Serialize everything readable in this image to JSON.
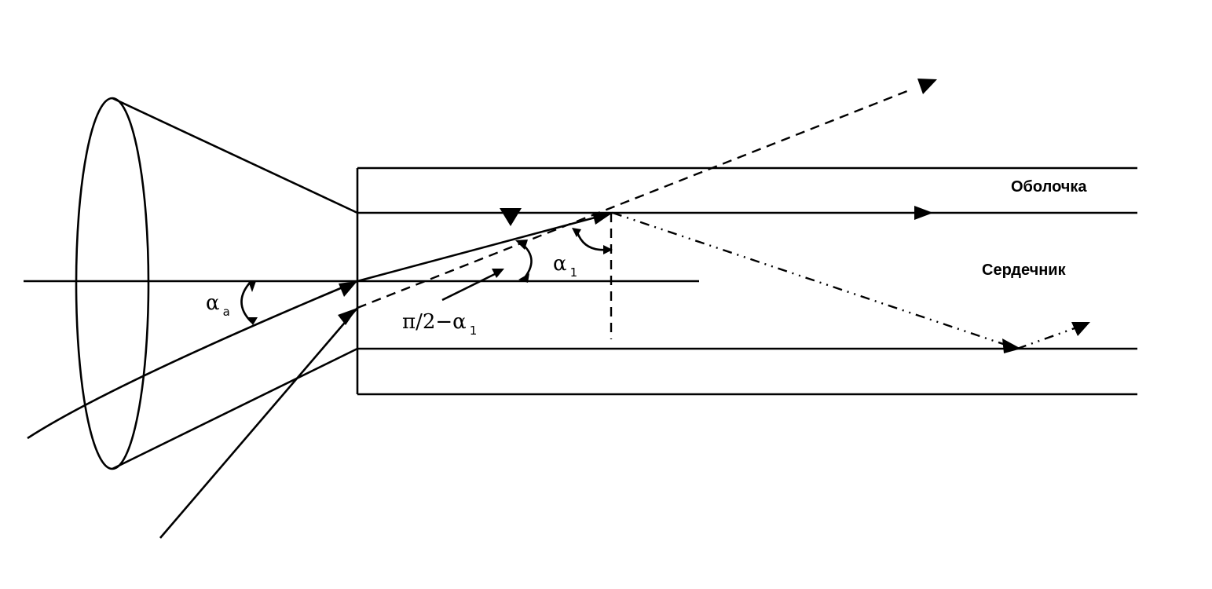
{
  "labels": {
    "cladding": "Оболочка",
    "core": "Сердечник",
    "acceptance_angle": {
      "symbol": "α",
      "subscript": "a"
    },
    "refraction_angle": {
      "symbol": "α",
      "subscript": "1"
    },
    "complement_angle": {
      "prefix": "π/2−α",
      "subscript": "1"
    }
  },
  "colors": {
    "ink": "#000000",
    "background": "#ffffff"
  }
}
